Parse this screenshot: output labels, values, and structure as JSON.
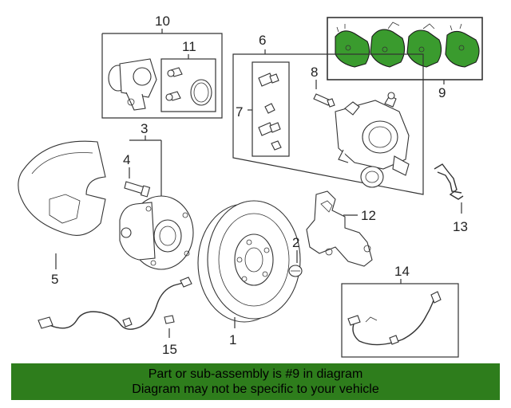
{
  "callouts": {
    "c1": "1",
    "c2": "2",
    "c3": "3",
    "c4": "4",
    "c5": "5",
    "c6": "6",
    "c7": "7",
    "c8": "8",
    "c9": "9",
    "c10": "10",
    "c11": "11",
    "c12": "12",
    "c13": "13",
    "c14": "14",
    "c15": "15"
  },
  "colors": {
    "highlight_pad": "#3a9b2e",
    "banner_bg": "#2e7d1c"
  },
  "banner": {
    "line1": "Part or sub-assembly is #9 in diagram",
    "line2": "Diagram may not be specific to your vehicle"
  }
}
